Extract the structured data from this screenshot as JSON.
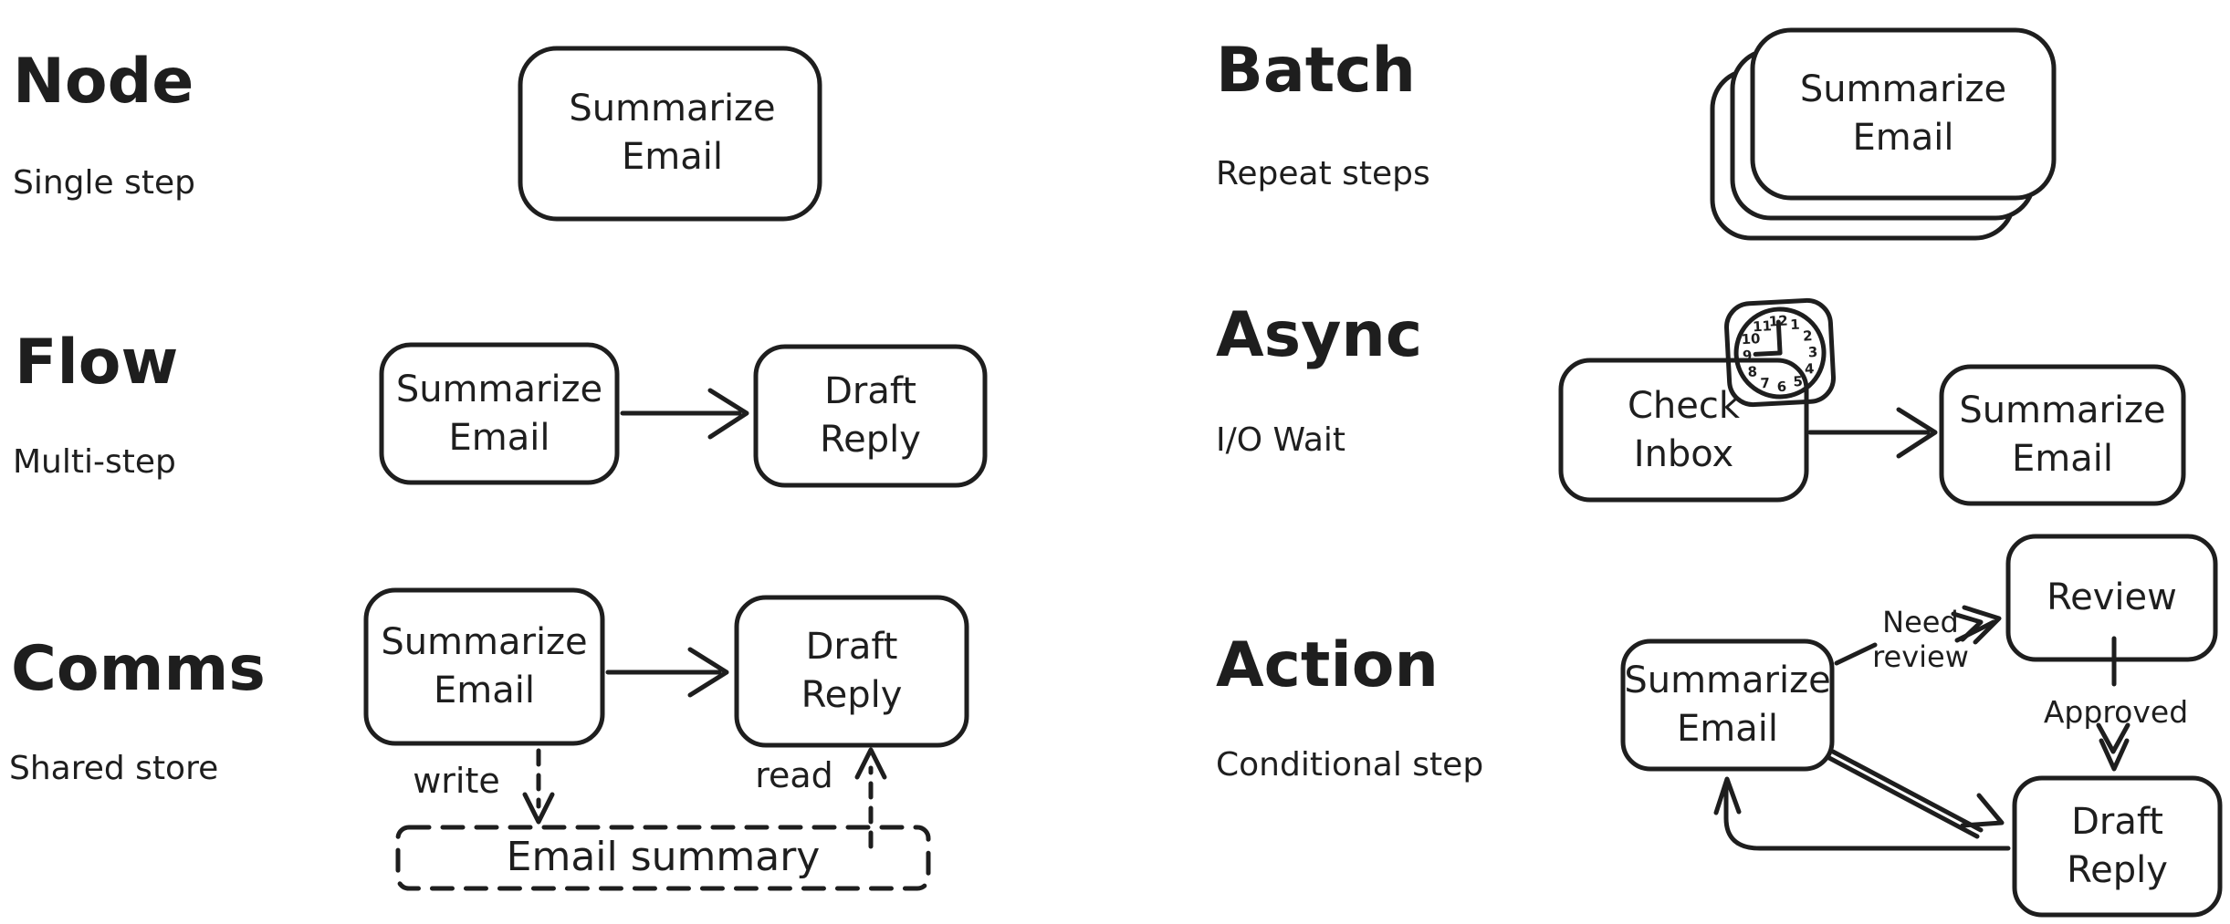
{
  "canvas": {
    "background": "#ffffff",
    "ink": "#1e1e1e",
    "clock_yellow": "#f7ec52"
  },
  "sections": {
    "node": {
      "title": "Node",
      "subtitle": "Single step",
      "box": "Summarize\nEmail"
    },
    "flow": {
      "title": "Flow",
      "subtitle": "Multi-step",
      "box1": "Summarize\nEmail",
      "box2": "Draft\nReply"
    },
    "comms": {
      "title": "Comms",
      "subtitle": "Shared store",
      "box1": "Summarize\nEmail",
      "box2": "Draft\nReply",
      "write_label": "write",
      "read_label": "read",
      "store_label": "Email summary"
    },
    "batch": {
      "title": "Batch",
      "subtitle": "Repeat steps",
      "box": "Summarize\nEmail"
    },
    "async": {
      "title": "Async",
      "subtitle": "I/O Wait",
      "box1": "Check\nInbox",
      "box2": "Summarize\nEmail",
      "clock_icon": "clock-icon",
      "clock_numbers": [
        "12",
        "1",
        "2",
        "3",
        "4",
        "5",
        "6",
        "7",
        "8",
        "9",
        "10",
        "11"
      ]
    },
    "action": {
      "title": "Action",
      "subtitle": "Conditional step",
      "box1": "Summarize\nEmail",
      "box2": "Review",
      "box3": "Draft\nReply",
      "need_label": "Need\nreview",
      "approved_label": "Approved"
    }
  }
}
